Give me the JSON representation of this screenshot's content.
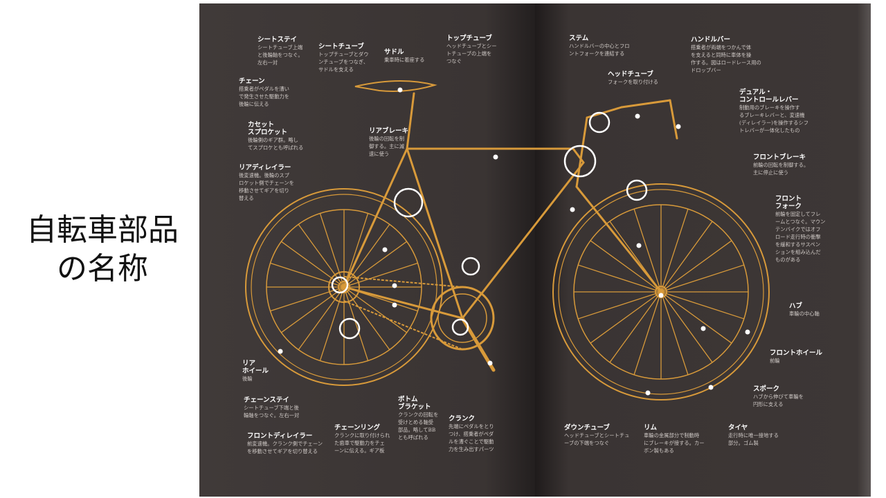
{
  "slide": {
    "title": "自転車部品の名称"
  },
  "colors": {
    "page": "#3a3433",
    "illustration": "#d89a3a",
    "marker": "#ffffff"
  },
  "parts": {
    "seat_stay": {
      "name": "シートステイ",
      "desc": "シートチューブ上端\nと後輪軸をつなぐ。\n左右一対"
    },
    "seat_tube": {
      "name": "シートチューブ",
      "desc": "トップチューブとダウ\nンチューブをつなぎ、\nサドルを支える"
    },
    "saddle": {
      "name": "サドル",
      "desc": "乗車時に着座する"
    },
    "top_tube": {
      "name": "トップチューブ",
      "desc": "ヘッドチューブとシー\nトチューブの上端を\nつなぐ"
    },
    "chain": {
      "name": "チェーン",
      "desc": "搭乗者がペダルを漕い\nで発生させた駆動力を\n後輪に伝える"
    },
    "cassette": {
      "name": "カセット\nスプロケット",
      "desc": "後輪側のギア群。略し\nてスプロケとも呼ばれる"
    },
    "rear_brake": {
      "name": "リアブレーキ",
      "desc": "後輪の回転を制\n御する。主に減\n速に使う"
    },
    "rear_derailleur": {
      "name": "リアディレイラー",
      "desc": "後変速機。後輪のスプ\nロケット側でチェーンを\n移動させてギアを切り\n替える"
    },
    "stem": {
      "name": "ステム",
      "desc": "ハンドルバーの中心とフロ\nントフォークを連結する"
    },
    "head_tube": {
      "name": "ヘッドチューブ",
      "desc": "フォークを取り付ける"
    },
    "handlebar": {
      "name": "ハンドルバー",
      "desc": "搭乗者が両端をつかんで体\nを支えると同時に車体を操\n作する。図はロードレース用の\nドロップバー"
    },
    "dual_control_lever": {
      "name": "デュアル・\nコントロールレバー",
      "desc": "制動用のブレーキを操作す\nるブレーキレバーと、変速機\n(ディレイラー)を操作するシフ\nトレバーが一体化したもの"
    },
    "front_brake": {
      "name": "フロントブレーキ",
      "desc": "前輪の回転を制御する。\n主に停止に使う"
    },
    "front_fork": {
      "name": "フロント\nフォーク",
      "desc": "前輪を固定してフレ\nームとつなぐ。マウン\nテンバイクではオフ\nロード走行時の衝撃\nを緩和するサスペン\nションを組み込んだ\nものがある"
    },
    "hub": {
      "name": "ハブ",
      "desc": "車輪の中心軸"
    },
    "front_wheel": {
      "name": "フロントホイール",
      "desc": "前輪"
    },
    "spoke": {
      "name": "スポーク",
      "desc": "ハブから伸びて車輪を\n円形に支える"
    },
    "rear_wheel": {
      "name": "リア\nホイール",
      "desc": "後輪"
    },
    "chain_stay": {
      "name": "チェーンステイ",
      "desc": "シートチューブ下端と後\n輪軸をつなぐ。左右一対"
    },
    "front_derailleur": {
      "name": "フロントディレイラー",
      "desc": "前変速機。クランク側でチェーン\nを移動させてギアを切り替える"
    },
    "chainring": {
      "name": "チェーンリング",
      "desc": "クランクに取り付けられ\nた歯車で駆動力をチェ\nーンに伝える。ギア板"
    },
    "bottom_bracket": {
      "name": "ボトム\nブラケット",
      "desc": "クランクの回転を\n受けとめる軸受\n部品。略してBB\nとも呼ばれる"
    },
    "crank": {
      "name": "クランク",
      "desc": "先端にペダルをとり\nつけ、搭乗者がペダ\nルを漕ぐことで駆動\n力を生み出すパーツ"
    },
    "down_tube": {
      "name": "ダウンチューブ",
      "desc": "ヘッドチューブとシートチュ\nーブの下端をつなぐ"
    },
    "rim": {
      "name": "リム",
      "desc": "車輪の金属部分で制動時\nにブレーキが接する。カー\nボン製もある"
    },
    "tire": {
      "name": "タイヤ",
      "desc": "走行時に唯一接地する\n部分。ゴム製"
    }
  }
}
